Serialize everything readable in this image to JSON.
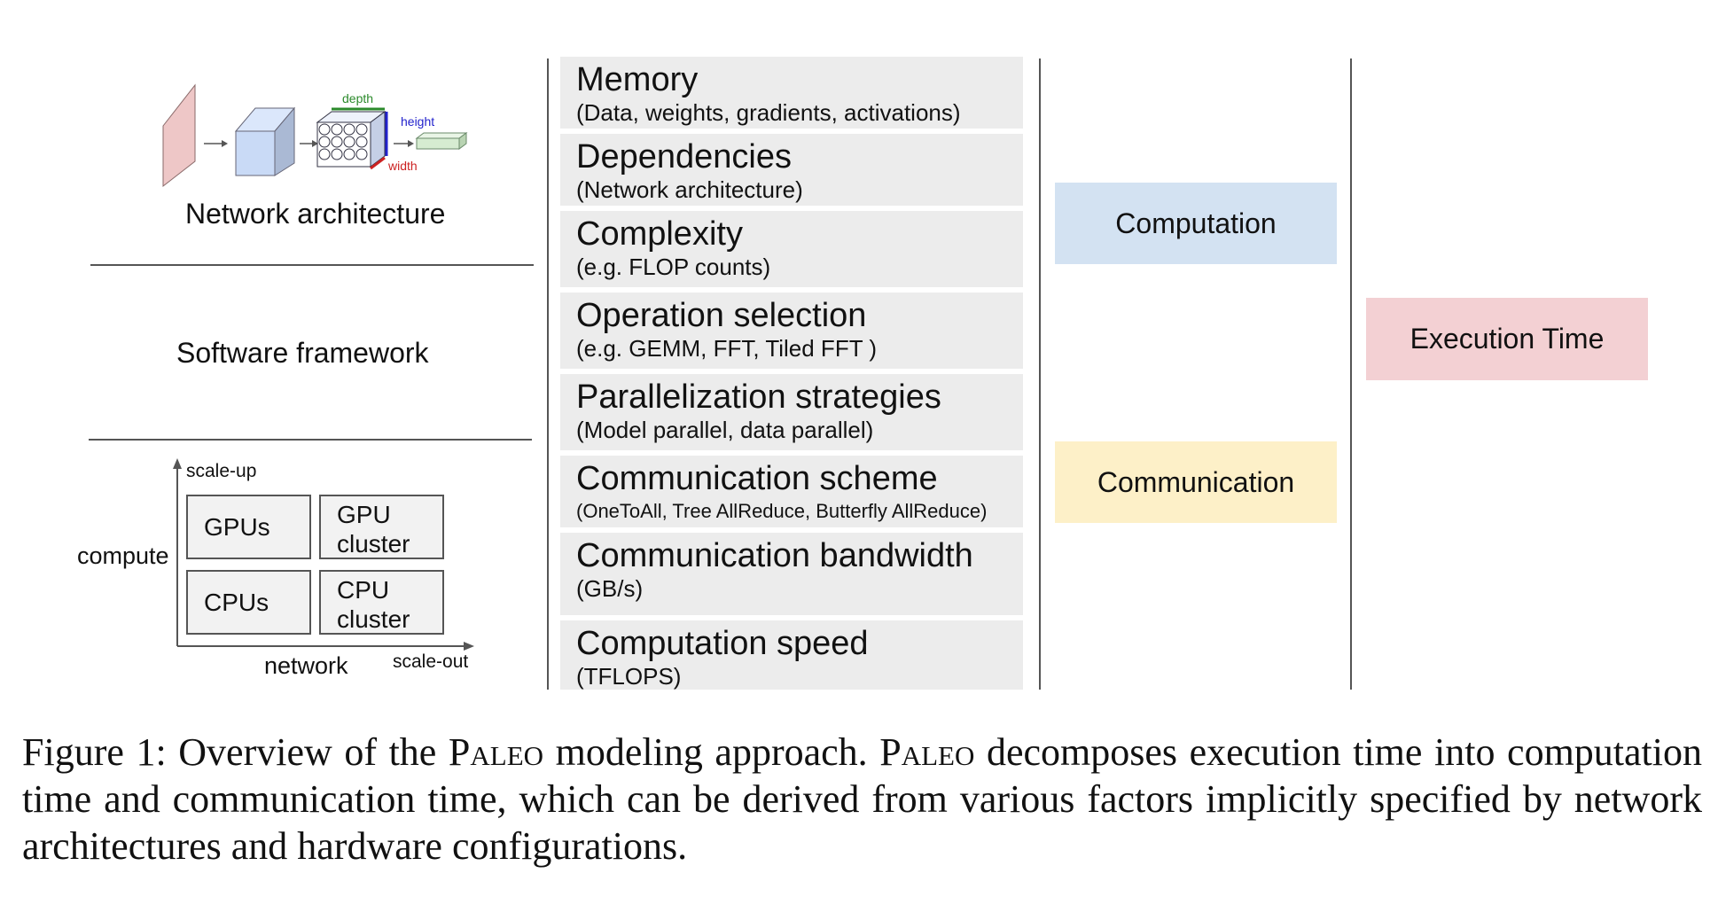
{
  "left": {
    "network_label": "Network architecture",
    "cnn_labels": {
      "depth": "depth",
      "height": "height",
      "width": "width"
    },
    "software_label": "Software framework",
    "hardware": {
      "y_axis_label": "compute",
      "x_axis_label": "network",
      "scale_up": "scale-up",
      "scale_out": "scale-out",
      "boxes": [
        {
          "line1": "GPUs",
          "line2": ""
        },
        {
          "line1": "GPU",
          "line2": "cluster"
        },
        {
          "line1": "CPUs",
          "line2": ""
        },
        {
          "line1": "CPU",
          "line2": "cluster"
        }
      ]
    }
  },
  "factors": [
    {
      "title": "Memory",
      "subtitle": "(Data, weights, gradients, activations)"
    },
    {
      "title": "Dependencies",
      "subtitle": "(Network architecture)"
    },
    {
      "title": "Complexity",
      "subtitle": "(e.g. FLOP counts)"
    },
    {
      "title": "Operation selection",
      "subtitle": "(e.g. GEMM, FFT, Tiled FFT )"
    },
    {
      "title": "Parallelization strategies",
      "subtitle": "(Model parallel, data parallel)"
    },
    {
      "title": "Communication scheme",
      "subtitle": "(OneToAll, Tree AllReduce, Butterfly AllReduce)"
    },
    {
      "title": "Communication bandwidth",
      "subtitle": "(GB/s)"
    },
    {
      "title": "Computation speed",
      "subtitle": "(TFLOPS)"
    }
  ],
  "categories": {
    "computation": {
      "label": "Computation",
      "color": "#d3e2f2"
    },
    "communication": {
      "label": "Communication",
      "color": "#fdf0c8"
    },
    "execution_time": {
      "label": "Execution Time",
      "color": "#f3d0d3"
    }
  },
  "colors": {
    "factor_bg": "#ececec",
    "cnn_input": "#eec7c7",
    "cnn_block": "#c9daf6",
    "cnn_fc": "#d6ecd1",
    "depth_label": "#2b8a2b",
    "height_label": "#2222cc",
    "width_label": "#cc2222"
  },
  "caption": {
    "prefix": "Figure 1:  Overview of the ",
    "name1": "Paleo",
    "middle": " modeling approach.  ",
    "name2": "Paleo",
    "suffix": " decomposes execution time into computation time and communication time, which can be derived from various factors implicitly specified by network architectures and hardware configurations."
  }
}
